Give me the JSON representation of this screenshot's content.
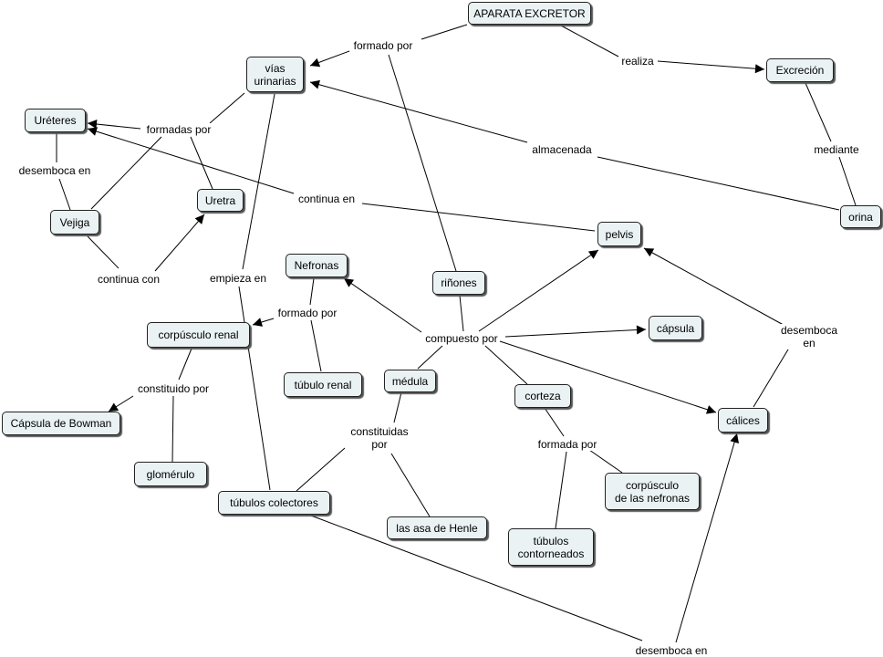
{
  "nodes": {
    "aparata": "APARATA EXCRETOR",
    "vias": "vías\nurinarias",
    "excrecion": "Excreción",
    "ureteres": "Uréteres",
    "uretra": "Uretra",
    "vejiga": "Vejiga",
    "orina": "orina",
    "pelvis": "pelvis",
    "nefronas": "Nefronas",
    "rinones": "riñones",
    "capsula": "cápsula",
    "corpusculo_renal": "corpúsculo renal",
    "tubulo_renal": "túbulo renal",
    "medula": "médula",
    "corteza": "corteza",
    "calices": "cálices",
    "bowman": "Cápsula de Bowman",
    "glomerulo": "glomérulo",
    "tubulos_colectores": "túbulos colectores",
    "asa_henle": "las asa de Henle",
    "corpusculo_nefronas": "corpúsculo\nde las nefronas",
    "tubulos_contorneados": "túbulos\ncontorneados"
  },
  "links": {
    "formado_por_1": "formado por",
    "realiza": "realiza",
    "formadas_por": "formadas por",
    "desemboca_en_1": "desemboca en",
    "almacenada": "almacenada",
    "mediante": "mediante",
    "continua_en": "continua en",
    "continua_con": "continua con",
    "empieza_en": "empieza en",
    "formado_por_2": "formado por",
    "compuesto_por": "compuesto por",
    "desemboca_en_2": "desemboca en",
    "constituido_por": "constituido por",
    "constituidas_por": "constituidas\npor",
    "formada_por": "formada por",
    "desemboca_en_3": "desemboca en"
  }
}
